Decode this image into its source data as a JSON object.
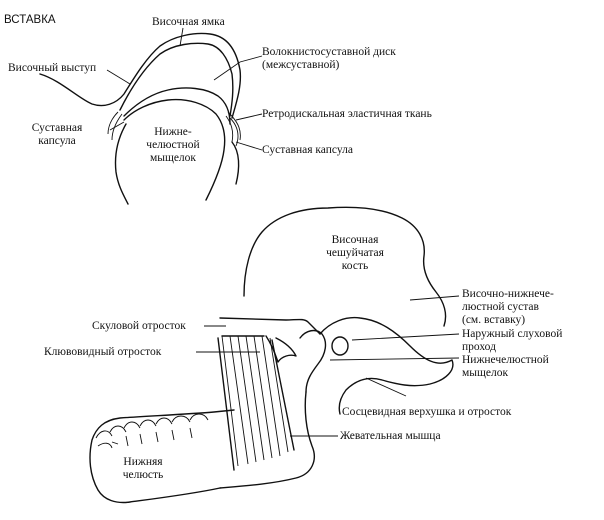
{
  "inset": {
    "heading": "ВСТАВКА",
    "temporal_fossa": "Височная ямка",
    "temporal_process": "Височный выступ",
    "disc_line1": "Волокнистосуставной диск",
    "disc_line2": "(межсуставной)",
    "retrodiscal": "Ретродискальная эластичная ткань",
    "capsule_left_line1": "Суставная",
    "capsule_left_line2": "капсула",
    "condyle_line1": "Нижне-",
    "condyle_line2": "челюстной",
    "condyle_line3": "мыщелок",
    "capsule_right": "Суставная капсула"
  },
  "main": {
    "squama_line1": "Височная",
    "squama_line2": "чешуйчатая",
    "squama_line3": "кость",
    "tmj_line1": "Височно-нижнече-",
    "tmj_line2": "люстной сустав",
    "tmj_line3": "(см. вставку)",
    "zygomatic": "Скуловой отросток",
    "coronoid": "Клювовидный отросток",
    "meatus_line1": "Наружный слуховой",
    "meatus_line2": "проход",
    "mand_condyle_line1": "Нижнечелюстной",
    "mand_condyle_line2": "мыщелок",
    "mastoid": "Сосцевидная верхушка и отросток",
    "masseter": "Жевательная мышца",
    "mandible_line1": "Нижняя",
    "mandible_line2": "челюсть"
  }
}
